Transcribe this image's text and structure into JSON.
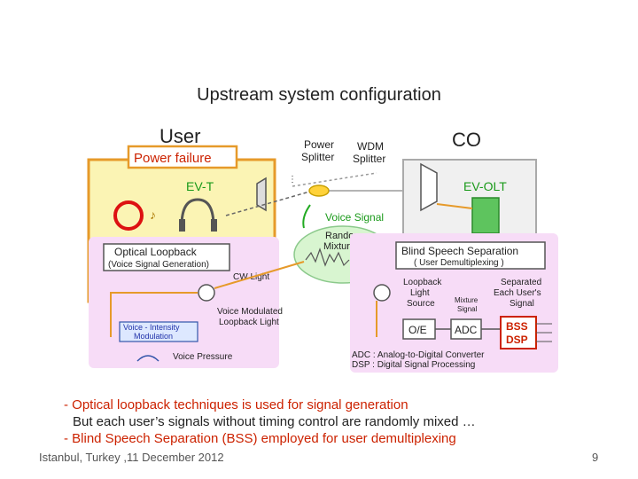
{
  "slide": {
    "title": "Upstream system configuration",
    "footer_left": "Istanbul, Turkey ,11 December 2012",
    "page_number": "9"
  },
  "diagram": {
    "user_title": "User",
    "co_title": "CO",
    "power_failure": "Power failure",
    "ev_t": "EV-T",
    "power_splitter_1": "Power",
    "power_splitter_2": "Splitter",
    "wdm_1": "WDM",
    "wdm_2": "Splitter",
    "ev_olt": "EV-OLT",
    "voice_signal": "Voice Signal",
    "random_1": "Random",
    "random_2": "Mixture",
    "optical_loopback": "Optical Loopback",
    "optical_loopback_sub": "(Voice Signal Generation)",
    "bss_title": "Blind Speech Separation",
    "bss_sub": "( User Demultiplexing )",
    "cw_light": "CW Light",
    "loopback_source_1": "Loopback",
    "loopback_source_2": "Light",
    "loopback_source_3": "Source",
    "mixture_1": "Mixture",
    "mixture_2": "Signal",
    "separated_1": "Separated",
    "separated_2": "Each User's",
    "separated_3": "Signal",
    "voice_mod_1": "Voice Modulated",
    "voice_mod_2": "Loopback Light",
    "voice_intensity_1": "Voice - Intensity",
    "voice_intensity_2": "Modulation",
    "voice_pressure": "Voice Pressure",
    "oe": "O/E",
    "adc": "ADC",
    "bss_dsp_1": "BSS",
    "bss_dsp_2": "DSP",
    "adc_def": "ADC : Analog-to-Digital Converter",
    "dsp_def": "DSP : Digital Signal Processing"
  },
  "bullets": {
    "b1": "- Optical loopback techniques is used for signal generation",
    "b1b": "But each user’s signals without timing control are randomly mixed …",
    "b2": "- Blind Speech Separation (BSS) employed for user demultiplexing"
  },
  "colors": {
    "accent_red": "#cc2200",
    "user_box": "#fbf4b4",
    "pink_panel": "#f7dcf7",
    "green": "#22aa22"
  }
}
